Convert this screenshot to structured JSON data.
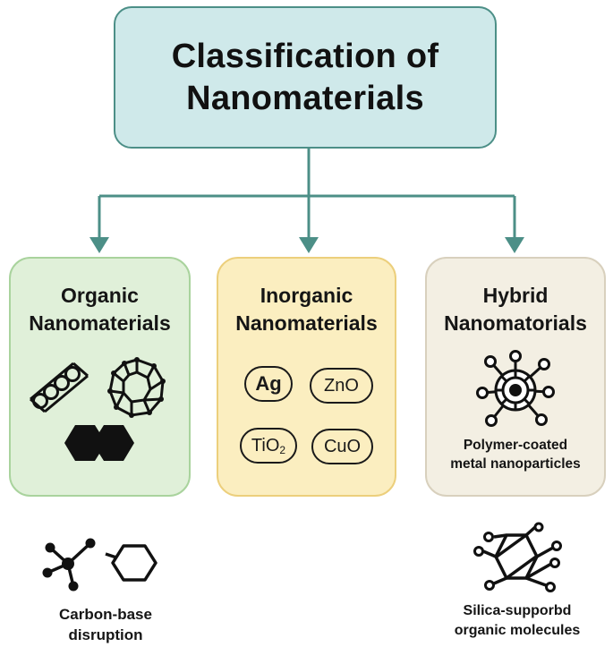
{
  "root": {
    "title": "Classification of\nNanomaterials"
  },
  "categories": {
    "organic": {
      "title": "Organic\nNanomaterials"
    },
    "inorganic": {
      "title": "Inorganic\nNanomaterials",
      "chips": {
        "ag": "Ag",
        "zno": "ZnO",
        "tio2_base": "TiO",
        "tio2_sub": "2",
        "cuo": "CuO"
      }
    },
    "hybrid": {
      "title": "Hybrid\nNanomatorials",
      "caption": "Polymer-coated\nmetal nanoparticles"
    }
  },
  "extras": {
    "carbon_caption": "Carbon-base\ndisruption",
    "silica_caption": "Silica-supporbd\norganic molecules"
  },
  "colors": {
    "connector": "#4c8f87",
    "root_fill": "#cfe9ea",
    "organic_fill": "#e0f0d9",
    "inorganic_fill": "#fbeec0",
    "hybrid_fill": "#f3efe3"
  },
  "icons": {
    "organic": [
      "carbon-nanotube-icon",
      "fullerene-icon",
      "graphene-sheet-icon"
    ],
    "hybrid": [
      "hybrid-nanoparticle-icon"
    ],
    "carbon": [
      "molecule-branch-icon",
      "cyclohexane-ring-icon"
    ],
    "silica": [
      "silica-molecule-icon"
    ]
  }
}
